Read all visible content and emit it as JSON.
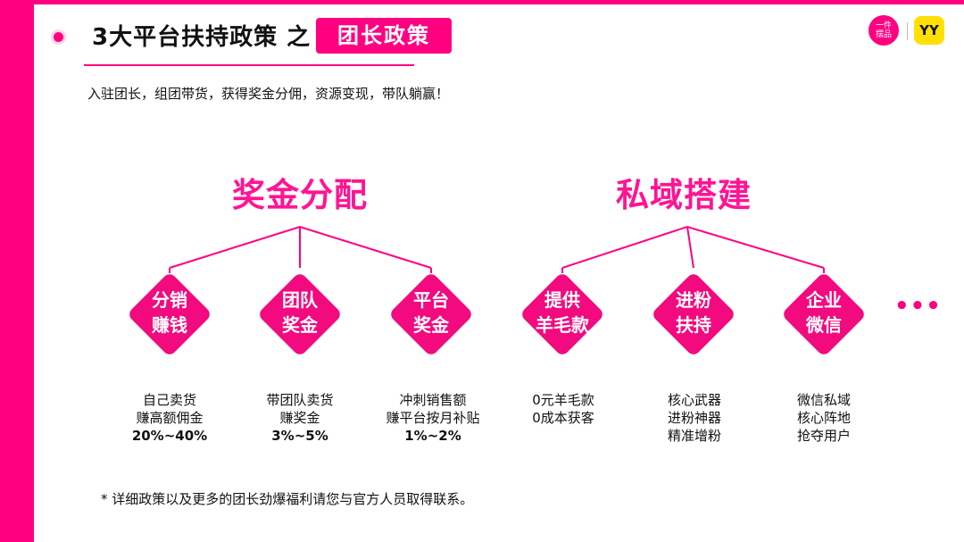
{
  "header": {
    "title": "3大平台扶持政策 之",
    "badge": "团长政策",
    "subtitle": "入驻团长，组团带货，获得奖金分佣，资源变现，带队躺赢！"
  },
  "logos": {
    "left_line1": "一件",
    "left_line2": "摆品",
    "right": "YY"
  },
  "groups": [
    {
      "heading": "奖金分配",
      "items": [
        {
          "line1": "分销",
          "line2": "赚钱",
          "desc": [
            "自己卖货",
            "赚高额佣金"
          ],
          "rate": "20%~40%"
        },
        {
          "line1": "团队",
          "line2": "奖金",
          "desc": [
            "带团队卖货",
            "赚奖金"
          ],
          "rate": "3%~5%"
        },
        {
          "line1": "平台",
          "line2": "奖金",
          "desc": [
            "冲刺销售额",
            "赚平台按月补贴"
          ],
          "rate": "1%~2%"
        }
      ]
    },
    {
      "heading": "私域搭建",
      "items": [
        {
          "line1": "提供",
          "line2": "羊毛款",
          "desc": [
            "0元羊毛款",
            "0成本获客"
          ]
        },
        {
          "line1": "进粉",
          "line2": "扶持",
          "desc": [
            "核心武器",
            "进粉神器",
            "精准增粉"
          ]
        },
        {
          "line1": "企业",
          "line2": "微信",
          "desc": [
            "微信私域",
            "核心阵地",
            "抢夺用户"
          ]
        }
      ]
    }
  ],
  "more": "•••",
  "footnote": "* 详细政策以及更多的团长劲爆福利请您与官方人员取得联系。",
  "colors": {
    "accent": "#ff0080",
    "diamond": "#f20a7e",
    "heading": "#ff1493",
    "yellow": "#ffe000"
  }
}
